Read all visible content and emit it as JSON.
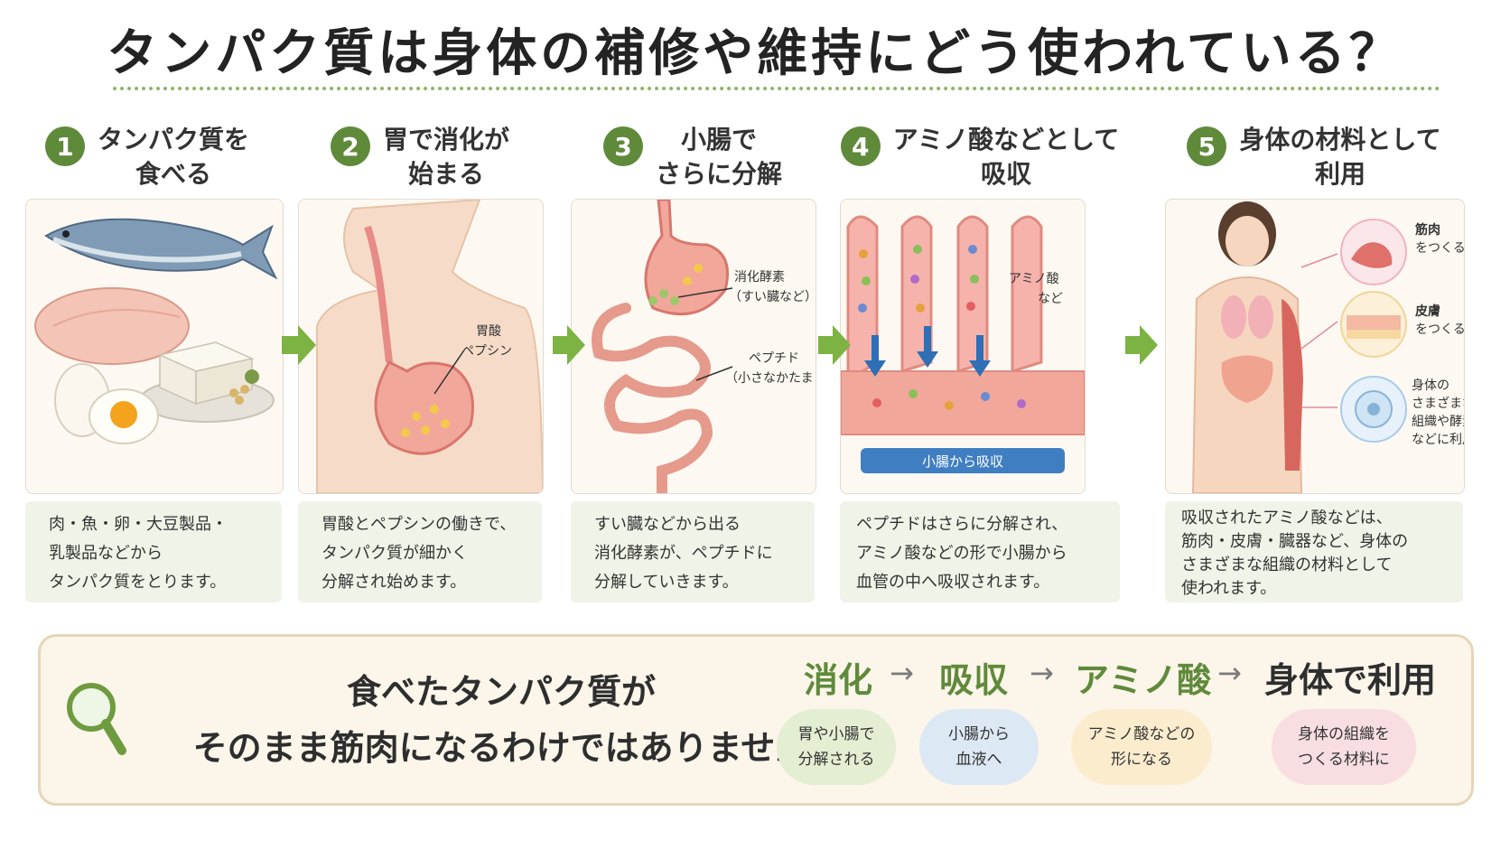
{
  "title": "タンパク質は身体の補修や維持にどう使われている？",
  "steps": [
    {
      "num": "1",
      "title_line1": "タンパク質を",
      "title_line2": "食べる",
      "desc": [
        "肉・魚・卵・大豆製品・",
        "乳製品などから",
        "タンパク質をとります。"
      ]
    },
    {
      "num": "2",
      "title_line1": "胃で消化が",
      "title_line2": "始まる",
      "desc": [
        "胃酸とペプシンの働きで、",
        "タンパク質が細かく",
        "分解され始めます。"
      ]
    },
    {
      "num": "3",
      "title_line1": "小腸で",
      "title_line2": "さらに分解",
      "desc": [
        "すい臓などから出る",
        "消化酵素が、ペプチドに",
        "分解していきます。"
      ]
    },
    {
      "num": "4",
      "title_line1": "アミノ酸などとして",
      "title_line2": "吸収",
      "desc": [
        "ペプチドはさらに分解され、",
        "アミノ酸などの形で小腸から",
        "血管の中へ吸収されます。"
      ]
    },
    {
      "num": "5",
      "title_line1": "身体の材料として",
      "title_line2": "利用",
      "desc": [
        "吸収されたアミノ酸などは、",
        "筋肉・皮膚・臓器など、身体の",
        "さまざまな組織の材料として",
        "使われます。"
      ]
    }
  ],
  "labels": {
    "stomach_acid": "胃酸",
    "pepsin": "ペプシン",
    "enzyme": "消化酵素",
    "enzyme_sub": "（すい臓など）",
    "peptide": "ペプチド",
    "peptide_sub": "（小さなかたまり）",
    "amino": "アミノ酸",
    "amino_sub": "など",
    "absorb_bar": "小腸から吸収",
    "muscle1": "筋肉",
    "muscle2": "をつくる",
    "skin1": "皮膚",
    "skin2": "をつくる",
    "tissue1": "身体の",
    "tissue2": "さまざまな",
    "tissue3": "組織や酵素",
    "tissue4": "などに利用"
  },
  "summary": {
    "line1": "食べたタンパク質が",
    "line2": "そのまま筋肉になるわけではありません",
    "flow": [
      "消化",
      "吸収",
      "アミノ酸",
      "身体で利用"
    ],
    "arrow": "→",
    "bubbles": [
      {
        "line1": "胃や小腸で",
        "line2": "分解される"
      },
      {
        "line1": "小腸から",
        "line2": "血液へ"
      },
      {
        "line1": "アミノ酸などの",
        "line2": "形になる"
      },
      {
        "line1": "身体の組織を",
        "line2": "つくる材料に"
      }
    ]
  },
  "colors": {
    "accent": "#5f8a3a",
    "bar": "#3f7fc1"
  }
}
